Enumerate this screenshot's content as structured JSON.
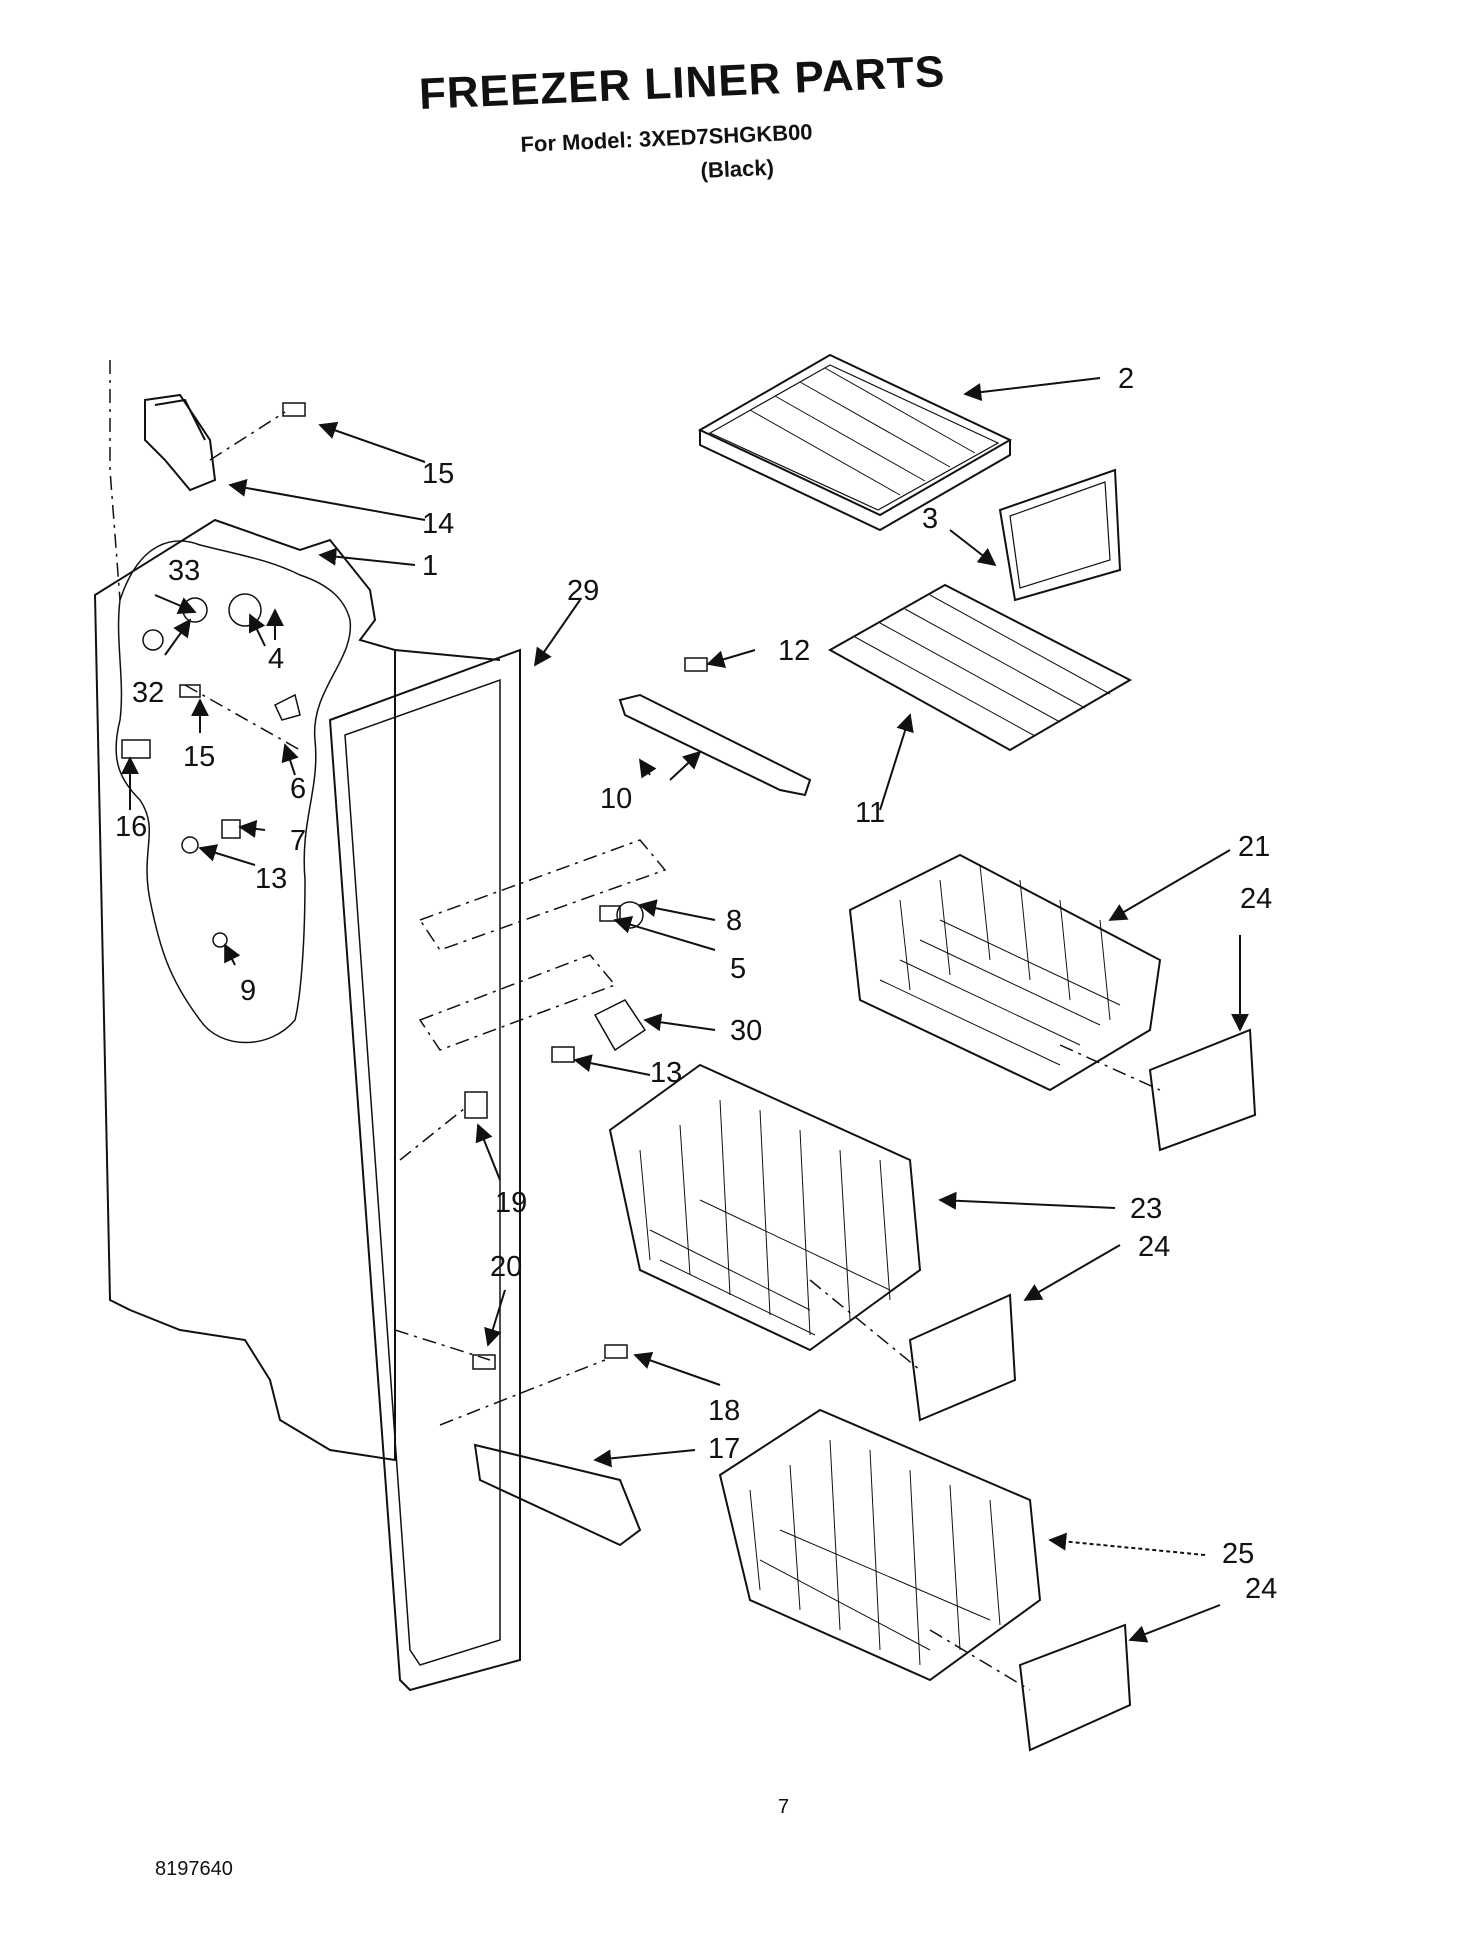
{
  "header": {
    "title": "FREEZER LINER PARTS",
    "model_line": "For Model: 3XED7SHGKB00",
    "color_line": "(Black)"
  },
  "footer": {
    "page_number": "7",
    "document_number": "8197640"
  },
  "callouts": {
    "c1": "1",
    "c2": "2",
    "c3": "3",
    "c4": "4",
    "c5": "5",
    "c6": "6",
    "c7": "7",
    "c8": "8",
    "c9": "9",
    "c10": "10",
    "c11": "11",
    "c12": "12",
    "c13a": "13",
    "c13b": "13",
    "c14": "14",
    "c15a": "15",
    "c15b": "15",
    "c16": "16",
    "c17": "17",
    "c18": "18",
    "c19": "19",
    "c20": "20",
    "c21": "21",
    "c23": "23",
    "c24a": "24",
    "c24b": "24",
    "c24c": "24",
    "c25": "25",
    "c29": "29",
    "c30": "30",
    "c32": "32",
    "c33": "33"
  }
}
